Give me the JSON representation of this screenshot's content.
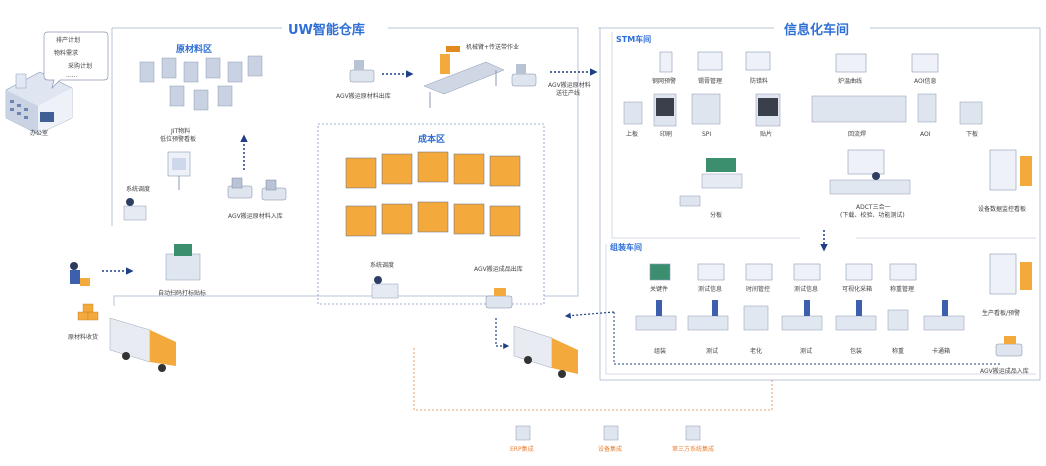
{
  "office": {
    "bubble_lines": [
      "排产计划",
      "物料需求",
      "采购计划",
      "......"
    ],
    "label": "办公室"
  },
  "warehouse": {
    "title": "UW智能仓库",
    "raw_area": {
      "title": "原材料区",
      "jit_label_line1": "JIT物料",
      "jit_label_line2": "低位预警看板",
      "dispatch_label": "系统调度",
      "agv_in_label": "AGV搬运原材料入库",
      "scan_label": "自动扫码打标贴标"
    },
    "arm_label": "机械臂+传送带作业",
    "agv_out_label": "AGV搬运原材料出库",
    "agv_line_label_line1": "AGV搬运原材料",
    "agv_line_label_line2": "送往产线",
    "finished_area": {
      "title": "成本区",
      "dispatch_label": "系统调度",
      "agv_out_label": "AGV搬运成品出库"
    }
  },
  "receiving_label": "原材料收货",
  "factory": {
    "title": "信息化车间",
    "smt": {
      "title": "STM车间",
      "top_icons": [
        "钢网预警",
        "锡膏管理",
        "防错料",
        "炉温曲线",
        "AOI信息"
      ],
      "machines": [
        "上板",
        "印刷",
        "SPI",
        "贴片",
        "回流焊",
        "AOI",
        "下板"
      ],
      "split_label": "分板",
      "adct_line1": "ADCT三合一",
      "adct_line2": "(下载、校验、功能测试)",
      "board_label": "设备数据监控看板"
    },
    "assembly": {
      "title": "组装车间",
      "top_icons": [
        "关键件",
        "测试信息",
        "时间管控",
        "测试信息",
        "可视化采箱",
        "称重管理"
      ],
      "stations": [
        "组装",
        "测试",
        "老化",
        "测试",
        "包装",
        "称重",
        "卡通箱"
      ],
      "board_label": "生产看板/预警",
      "agv_in_label": "AGV搬运成品入库"
    }
  },
  "integrations": [
    "ERP集成",
    "设备集成",
    "第三方系统集成"
  ],
  "colors": {
    "accent_blue": "#2f6fd6",
    "integration_orange": "#e8833a",
    "box_orange": "#f3a93c",
    "frame_gray": "#b9c4d4",
    "arrow_navy": "#1f3f87"
  }
}
